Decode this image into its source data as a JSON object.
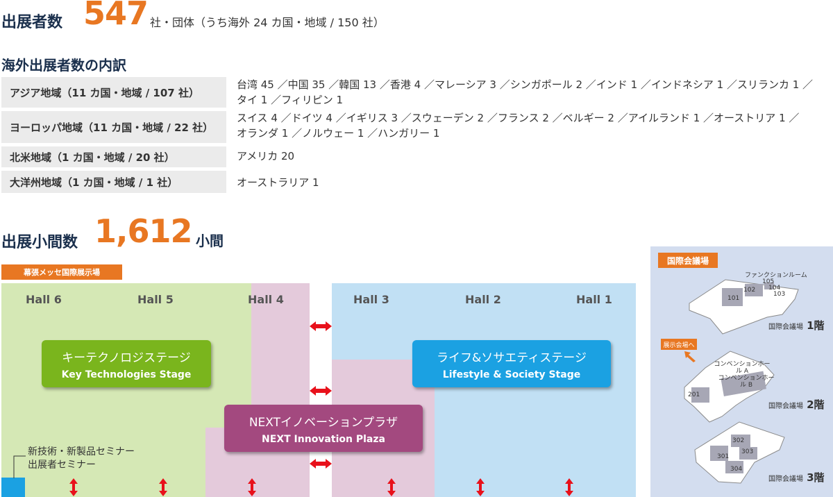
{
  "exhibitors": {
    "label": "出展者数",
    "count": "547",
    "detail": "社・団体（うち海外 24 カ国・地域 / 150 社）"
  },
  "overseas": {
    "title": "海外出展者数の内訳",
    "rows": [
      {
        "region": "アジア地域（11 カ国・地域 / 107 社）",
        "line1": "台湾 45 ／中国 35 ／韓国 13 ／香港 4 ／マレーシア 3 ／シンガポール 2 ／インド 1 ／インドネシア 1 ／スリランカ 1 ／",
        "line2": "タイ 1 ／フィリピン 1"
      },
      {
        "region": "ヨーロッパ地域（11 カ国・地域 / 22 社）",
        "line1": "スイス 4 ／ドイツ 4 ／イギリス 3 ／スウェーデン 2 ／フランス 2 ／ベルギー 2 ／アイルランド 1 ／オーストリア 1 ／",
        "line2": "オランダ 1 ／ノルウェー 1 ／ハンガリー 1"
      },
      {
        "region": "北米地域（1 カ国・地域 / 20 社）",
        "line1": "アメリカ 20",
        "line2": ""
      },
      {
        "region": "大洋州地域（1 カ国・地域 / 1 社）",
        "line1": "オーストラリア 1",
        "line2": ""
      }
    ]
  },
  "booths": {
    "label": "出展小間数",
    "count": "1,612",
    "unit": "小間"
  },
  "floorplan": {
    "venue_tag": "幕張メッセ国際展示場",
    "halls": [
      "Hall 6",
      "Hall 5",
      "Hall 4",
      "Hall 3",
      "Hall 2",
      "Hall 1"
    ],
    "stages": {
      "key": {
        "jp": "キーテクノロジステージ",
        "en": "Key Technologies Stage"
      },
      "life": {
        "jp": "ライフ&ソサエティステージ",
        "en": "Lifestyle & Society Stage"
      },
      "next": {
        "jp": "NEXTイノベーションプラザ",
        "en": "NEXT Innovation Plaza"
      }
    },
    "seminar_line1": "新技術・新製品セミナー",
    "seminar_line2": "出展者セミナー",
    "colors": {
      "green": "#d5e8b5",
      "pink": "#e4cadb",
      "blue": "#c1e0f4",
      "key": "#7ab51d",
      "life": "#1ba1e2",
      "next": "#a3497f",
      "orange": "#e87722",
      "arrow": "#e8111b"
    }
  },
  "icc": {
    "tag": "国際会議場",
    "to_exhibition": "展示会場へ",
    "function_room": "ファンクションルーム",
    "rooms_1f": [
      "101",
      "102",
      "105",
      "104",
      "103"
    ],
    "floor1": "国際会議場",
    "floor1_level": "1階",
    "conv_a": "コンベンションホール A",
    "conv_b": "コンベンションホール B",
    "room_201": "201",
    "floor2": "国際会議場",
    "floor2_level": "2階",
    "rooms_3f": [
      "302",
      "303",
      "301",
      "304"
    ],
    "floor3": "国際会議場",
    "floor3_level": "3階"
  }
}
